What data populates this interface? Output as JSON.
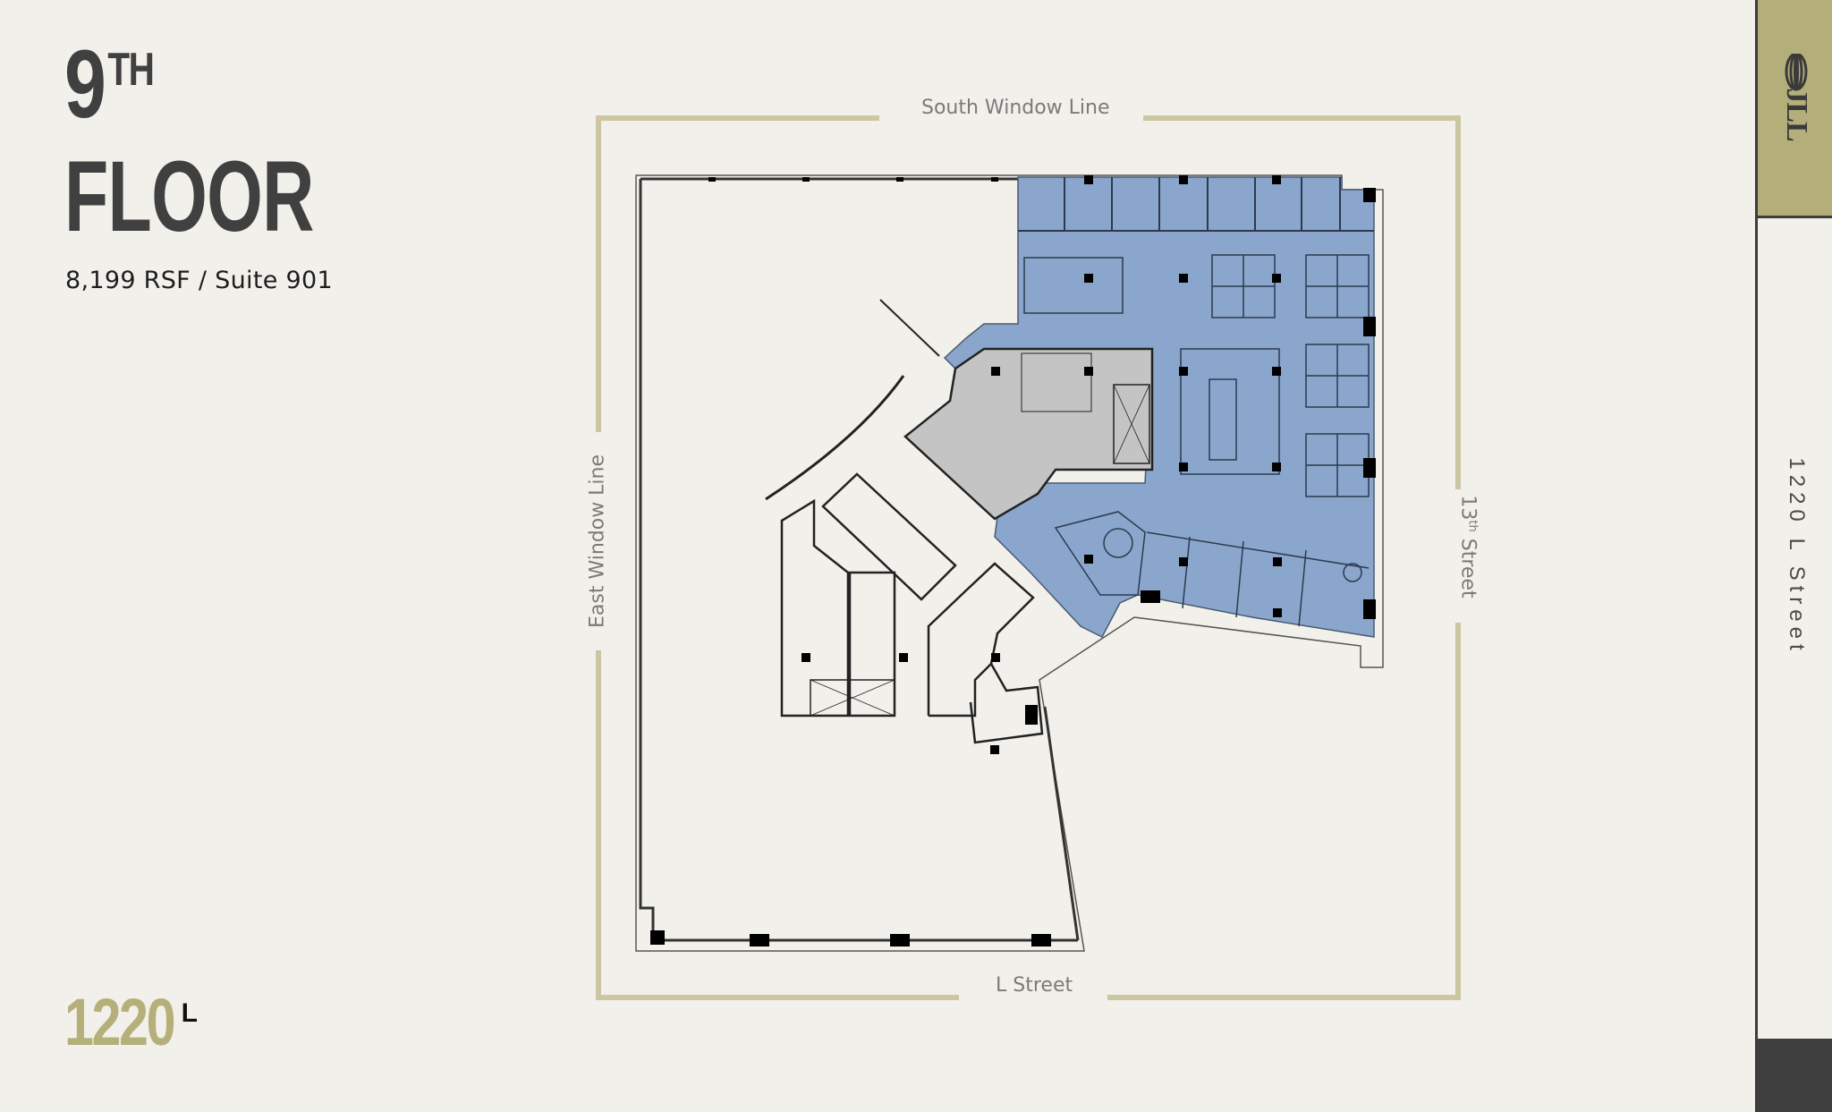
{
  "header": {
    "floor_number": "9",
    "floor_suffix": "TH",
    "floor_word": "FLOOR",
    "subtitle": "8,199 RSF / Suite 901"
  },
  "brand": {
    "number": "1220",
    "letter": "L"
  },
  "sidebar": {
    "logo_text": "JLL",
    "address": "1220 L Street"
  },
  "floorplan": {
    "labels": {
      "south": "South Window Line",
      "east": "East Window Line",
      "bottom": "L Street",
      "right_street_number": "13",
      "right_street_suffix": "th",
      "right_street_name": "Street"
    },
    "colors": {
      "suite_highlight": "#8ba6cc",
      "core_gray": "#c4c4c4",
      "frame_gold": "#ccc7a2",
      "accent_gold": "#b3ae7a",
      "dark": "#404040"
    }
  }
}
